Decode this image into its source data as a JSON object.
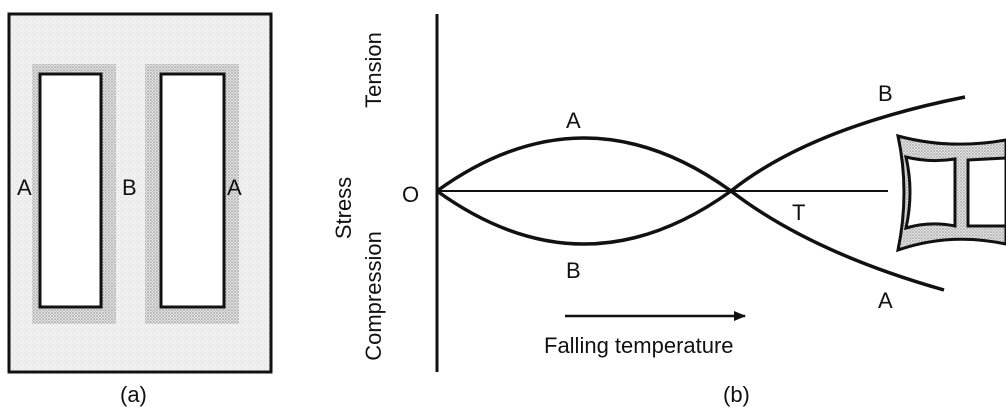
{
  "panel_a": {
    "caption": "(a)",
    "labels": {
      "left_outer": "A",
      "center_web": "B",
      "right_outer": "A"
    }
  },
  "panel_b": {
    "caption": "(b)",
    "y_axis_title": "Stress",
    "y_axis_top": "Tension",
    "y_axis_bottom": "Compression",
    "origin_label": "O",
    "crossing_label": "T",
    "arrow_caption": "Falling temperature",
    "curve_labels": {
      "a_upper": "A",
      "b_lower": "B",
      "b_right": "B",
      "a_right": "A"
    }
  },
  "colors": {
    "line": "#111111",
    "stipple": "#9a9a9a",
    "stipple_bg": "#e4e4e4"
  }
}
